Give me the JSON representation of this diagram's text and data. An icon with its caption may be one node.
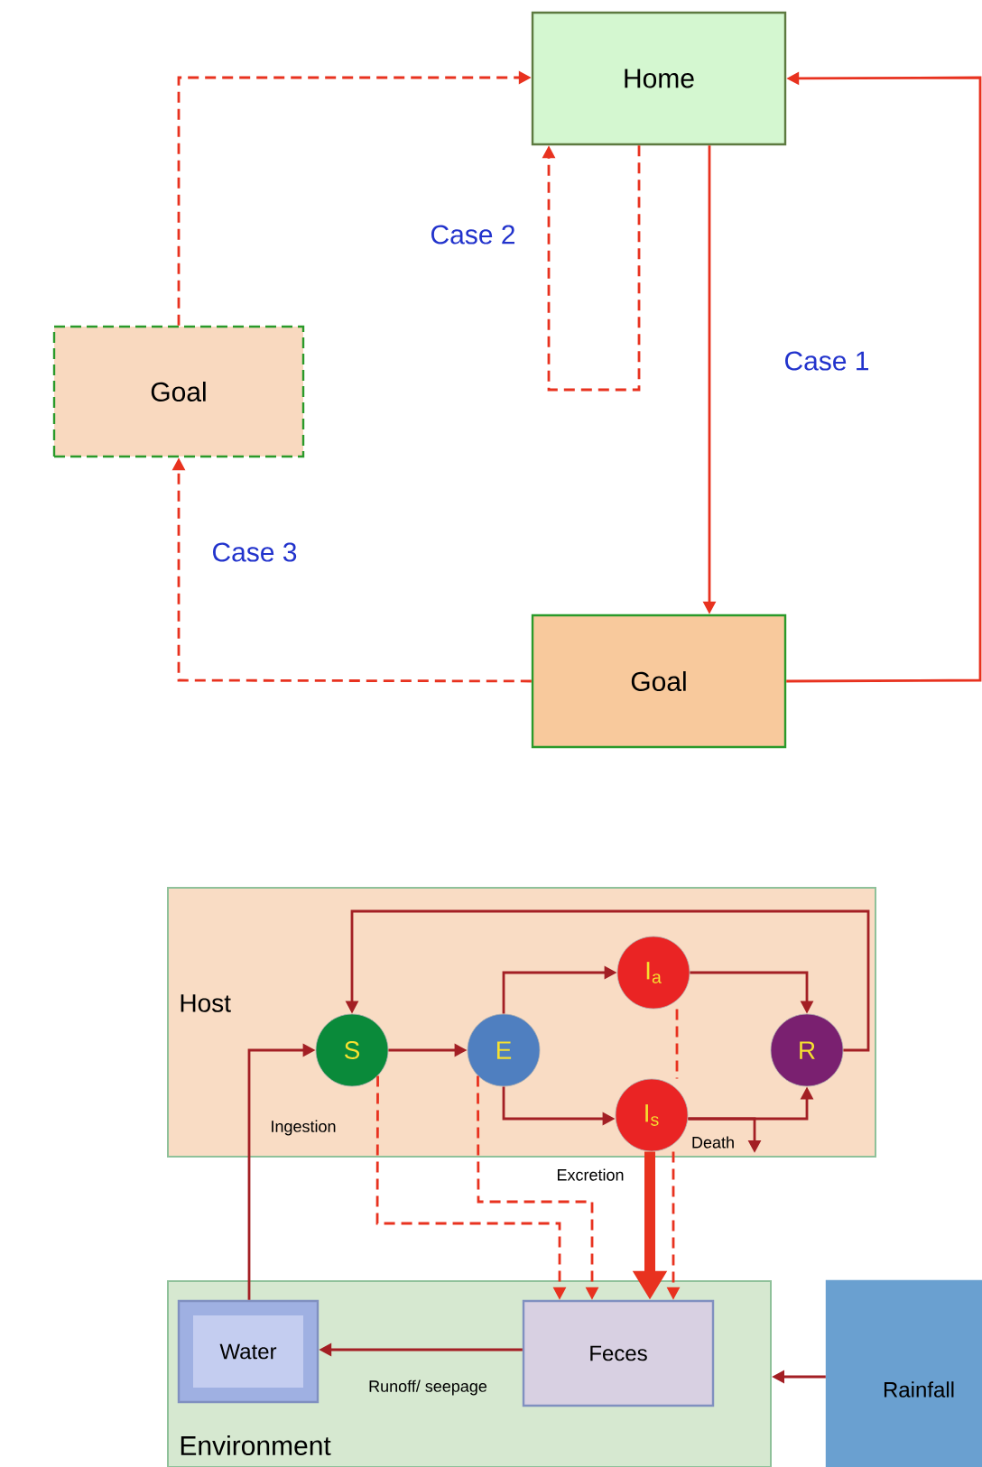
{
  "diagram": {
    "nodes": [
      {
        "text": [
          "Home"
        ]
      },
      {
        "text": [
          "Goal"
        ]
      },
      {
        "text": [
          "Goal"
        ]
      },
      {
        "text": [
          "Host"
        ]
      },
      {
        "text": [
          "S"
        ],
        "in": 3
      },
      {
        "text": [
          "E"
        ],
        "in": 3
      },
      {
        "text": [
          "I$_{a}$"
        ],
        "in": 3
      },
      {
        "text": [
          "I$_{s}$"
        ],
        "in": 3
      },
      {
        "text": [
          "R"
        ],
        "in": 3
      },
      {
        "text": [
          "Environment"
        ]
      },
      {
        "text": [
          "Water"
        ],
        "in": 9
      },
      {
        "text": [
          "Feces"
        ],
        "in": 9
      },
      {
        "text": [
          "Rainfall"
        ]
      }
    ],
    "edges": [
      {
        "from": 0,
        "to": 2,
        "arrow": "to",
        "label": "Case 1"
      },
      {
        "from": 2,
        "to": 0,
        "arrow": "to"
      },
      {
        "from": 0,
        "to": 0,
        "arrow": "to",
        "style": "dashed",
        "label": "Case 2"
      },
      {
        "from": 2,
        "to": 1,
        "arrow": "to",
        "style": "dashed",
        "label": "Case 3"
      },
      {
        "from": 1,
        "to": 0,
        "arrow": "to",
        "style": "dashed"
      },
      {
        "from": 4,
        "to": 5,
        "arrow": "to",
        "color": "#a31f24"
      },
      {
        "from": 5,
        "to": 6,
        "arrow": "to",
        "color": "#a31f24"
      },
      {
        "from": 5,
        "to": 7,
        "arrow": "to",
        "color": "#a31f24"
      },
      {
        "from": 6,
        "to": 8,
        "arrow": "to",
        "color": "#a31f24"
      },
      {
        "from": 7,
        "to": 8,
        "arrow": "to",
        "color": "#a31f24"
      },
      {
        "from": 8,
        "to": 4,
        "arrow": "to",
        "color": "#a31f24"
      },
      {
        "from": 10,
        "to": 4,
        "arrow": "to",
        "color": "#a31f24",
        "label": "Ingestion"
      },
      {
        "from": 11,
        "to": 10,
        "arrow": "to",
        "color": "#a31f24",
        "label": "Runoff/ seepage"
      },
      {
        "from": 12,
        "to": 9,
        "arrow": "to",
        "color": "#a31f24"
      },
      {
        "from": 7,
        "to": null,
        "arrow": "to",
        "color": "#a31f24",
        "label": "Death"
      },
      {
        "from": 4,
        "to": 11,
        "arrow": "to",
        "style": "dashed"
      },
      {
        "from": 5,
        "to": 11,
        "arrow": "to",
        "style": "dashed"
      },
      {
        "from": 6,
        "to": 7,
        "arrow": "none",
        "style": "dashed"
      },
      {
        "from": 7,
        "to": 11,
        "arrow": "to",
        "style": "dashed"
      },
      {
        "from": 7,
        "to": 11,
        "arrow": "to",
        "style": "thick",
        "label": "Excretion"
      }
    ]
  }
}
